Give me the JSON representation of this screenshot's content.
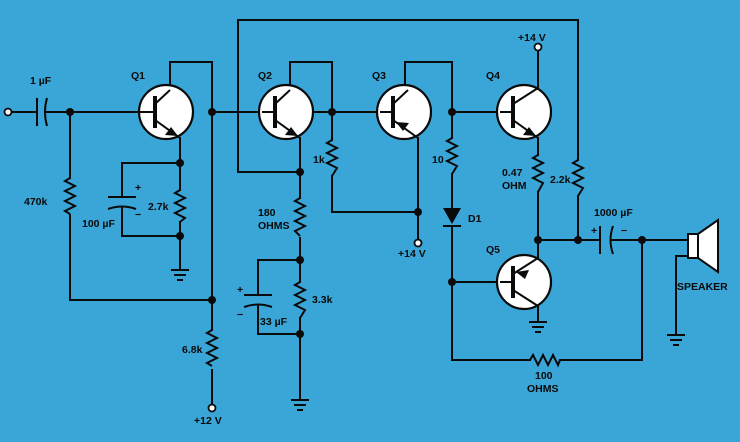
{
  "colors": {
    "background": "#3aa6d8",
    "ink": "#0a0a0a",
    "transistor_body": "#ffffff"
  },
  "transistors": {
    "q1": "Q1",
    "q2": "Q2",
    "q3": "Q3",
    "q4": "Q4",
    "q5": "Q5"
  },
  "diode": "D1",
  "capacitors": {
    "input": "1 µF",
    "c100": "100 µF",
    "c33": "33 µF",
    "output": "1000 µF"
  },
  "resistors": {
    "r470k": "470k",
    "r27k": "2.7k",
    "r68k": "6.8k",
    "r1k": "1k",
    "r180_value": "180",
    "r180_unit": "OHMS",
    "r33k": "3.3k",
    "r10": "10",
    "r047_value": "0.47",
    "r047_unit": "OHM",
    "r22k": "2.2k",
    "r100_value": "100",
    "r100_unit": "OHMS"
  },
  "supplies": {
    "top": "+14 V",
    "mid": "+14 V",
    "bottom": "+12 V"
  },
  "speaker": "SPEAKER",
  "polarity": {
    "plus": "+",
    "minus": "−"
  }
}
